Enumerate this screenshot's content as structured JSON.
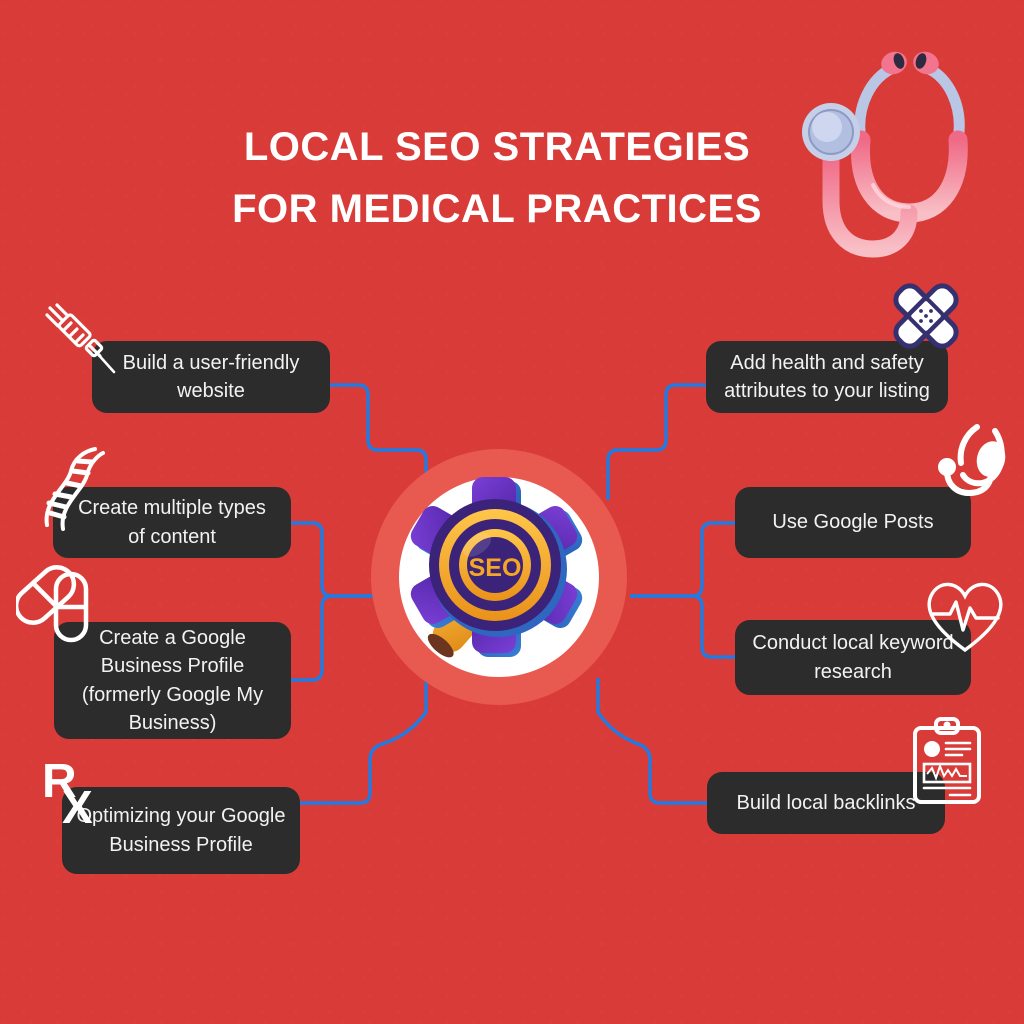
{
  "theme": {
    "background_color": "#d93c38",
    "node_color": "#2c2c2c",
    "node_text_color": "#f2f2f2",
    "connector_color": "#1e7ce4",
    "center_ring_color": "#e8594f",
    "center_disc_color": "#ffffff",
    "accent_orange": "#f5a623",
    "accent_purple": "#4b2a8a",
    "accent_blue": "#2f6fd0",
    "stethoscope_pink": "#f4889f",
    "bandage_navy": "#2e2a6e"
  },
  "title": {
    "line1": "LOCAL SEO STRATEGIES",
    "line2": "FOR MEDICAL PRACTICES"
  },
  "center": {
    "label": "SEO",
    "icon": "magnifying-glass-gear-icon"
  },
  "nodes": {
    "left": [
      {
        "id": "website",
        "label": "Build a user-friendly website",
        "icon": "syringe-icon"
      },
      {
        "id": "content_types",
        "label": "Create multiple types of content",
        "icon": "dna-icon"
      },
      {
        "id": "create_profile",
        "label": "Create a Google Business Profile (formerly Google My Business)",
        "icon": "pills-icon"
      },
      {
        "id": "optimize_profile",
        "label": "Optimizing your Google Business Profile",
        "icon": "rx-icon"
      }
    ],
    "right": [
      {
        "id": "health_safety",
        "label": "Add health and safety attributes to your listing",
        "icon": "bandage-cross-icon"
      },
      {
        "id": "google_posts",
        "label": "Use Google Posts",
        "icon": "stethoscope-icon"
      },
      {
        "id": "keyword_research",
        "label": "Conduct local keyword research",
        "icon": "heartbeat-icon"
      },
      {
        "id": "backlinks",
        "label": "Build local backlinks",
        "icon": "medical-clipboard-icon"
      }
    ]
  },
  "decorations": [
    {
      "id": "stethoscope_large",
      "icon": "stethoscope-illustration"
    }
  ],
  "chart_data": {
    "type": "diagram",
    "diagram_kind": "mind-map",
    "title": "Local SEO Strategies for Medical Practices",
    "center_node": "SEO",
    "branches": [
      {
        "side": "left",
        "label": "Build a user-friendly website"
      },
      {
        "side": "left",
        "label": "Create multiple types of content"
      },
      {
        "side": "left",
        "label": "Create a Google Business Profile (formerly Google My Business)"
      },
      {
        "side": "left",
        "label": "Optimizing your Google Business Profile"
      },
      {
        "side": "right",
        "label": "Add health and safety attributes to your listing"
      },
      {
        "side": "right",
        "label": "Use Google Posts"
      },
      {
        "side": "right",
        "label": "Conduct local keyword research"
      },
      {
        "side": "right",
        "label": "Build local backlinks"
      }
    ]
  }
}
